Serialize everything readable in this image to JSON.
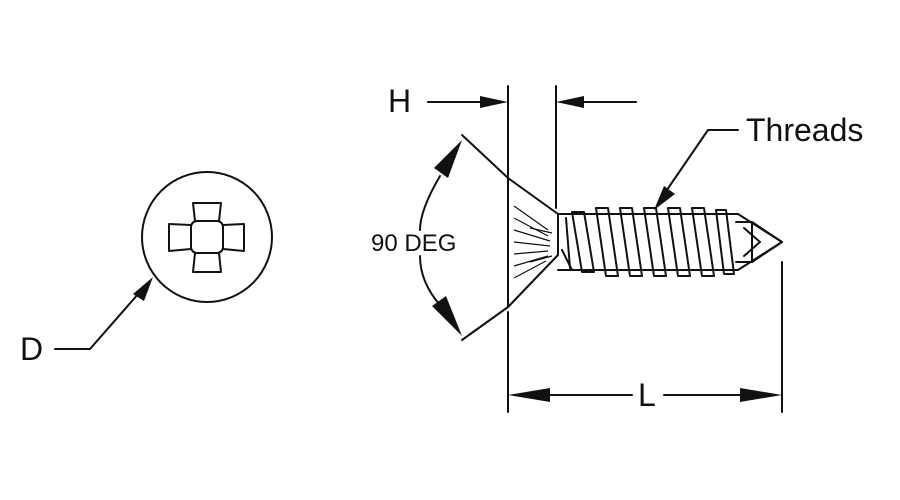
{
  "labels": {
    "h": "H",
    "threads": "Threads",
    "angle": "90 DEG",
    "d": "D",
    "l": "L"
  },
  "colors": {
    "line": "#111111",
    "background": "#ffffff"
  }
}
